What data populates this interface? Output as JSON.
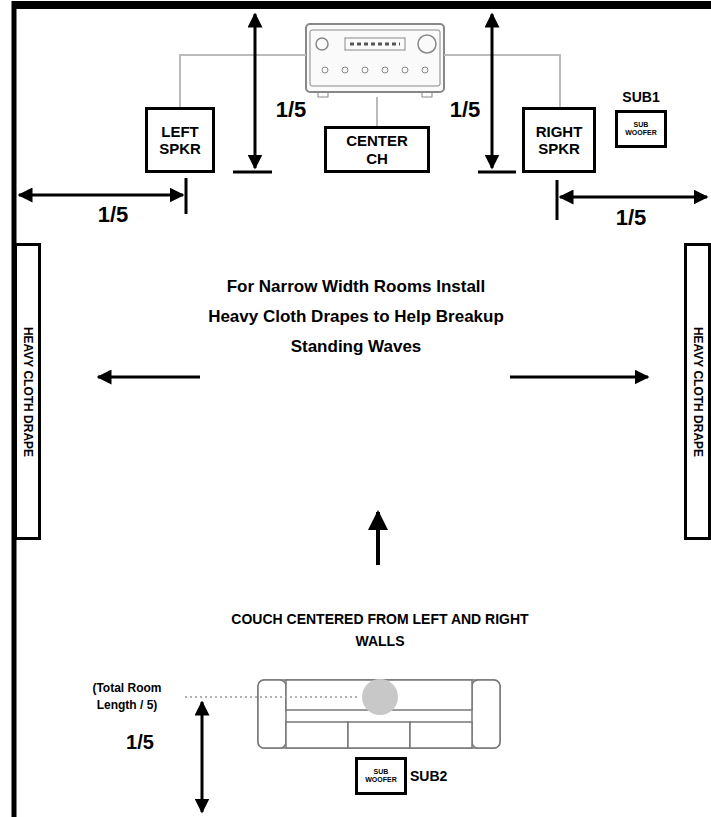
{
  "diagram": {
    "nodes": [
      {
        "text": [
          "LEFT SPKR"
        ]
      },
      {
        "text": [
          "CENTER CH"
        ]
      },
      {
        "text": [
          "RIGHT SPKR"
        ]
      },
      {
        "text": [
          "SUB1",
          "SUB WOOFER"
        ]
      },
      {
        "text": [
          "HEAVY CLOTH DRAPE"
        ]
      },
      {
        "text": [
          "HEAVY CLOTH DRAPE"
        ]
      },
      {
        "text": [
          "SUB WOOFER",
          "SUB2"
        ]
      }
    ],
    "labels": [
      "1/5",
      "1/5",
      "1/5",
      "1/5",
      "For Narrow Width Rooms Install Heavy Cloth Drapes to Help Breakup Standing Waves",
      "COUCH CENTERED FROM LEFT AND RIGHT WALLS",
      "(Total Room Length / 5)",
      "1/5"
    ]
  }
}
